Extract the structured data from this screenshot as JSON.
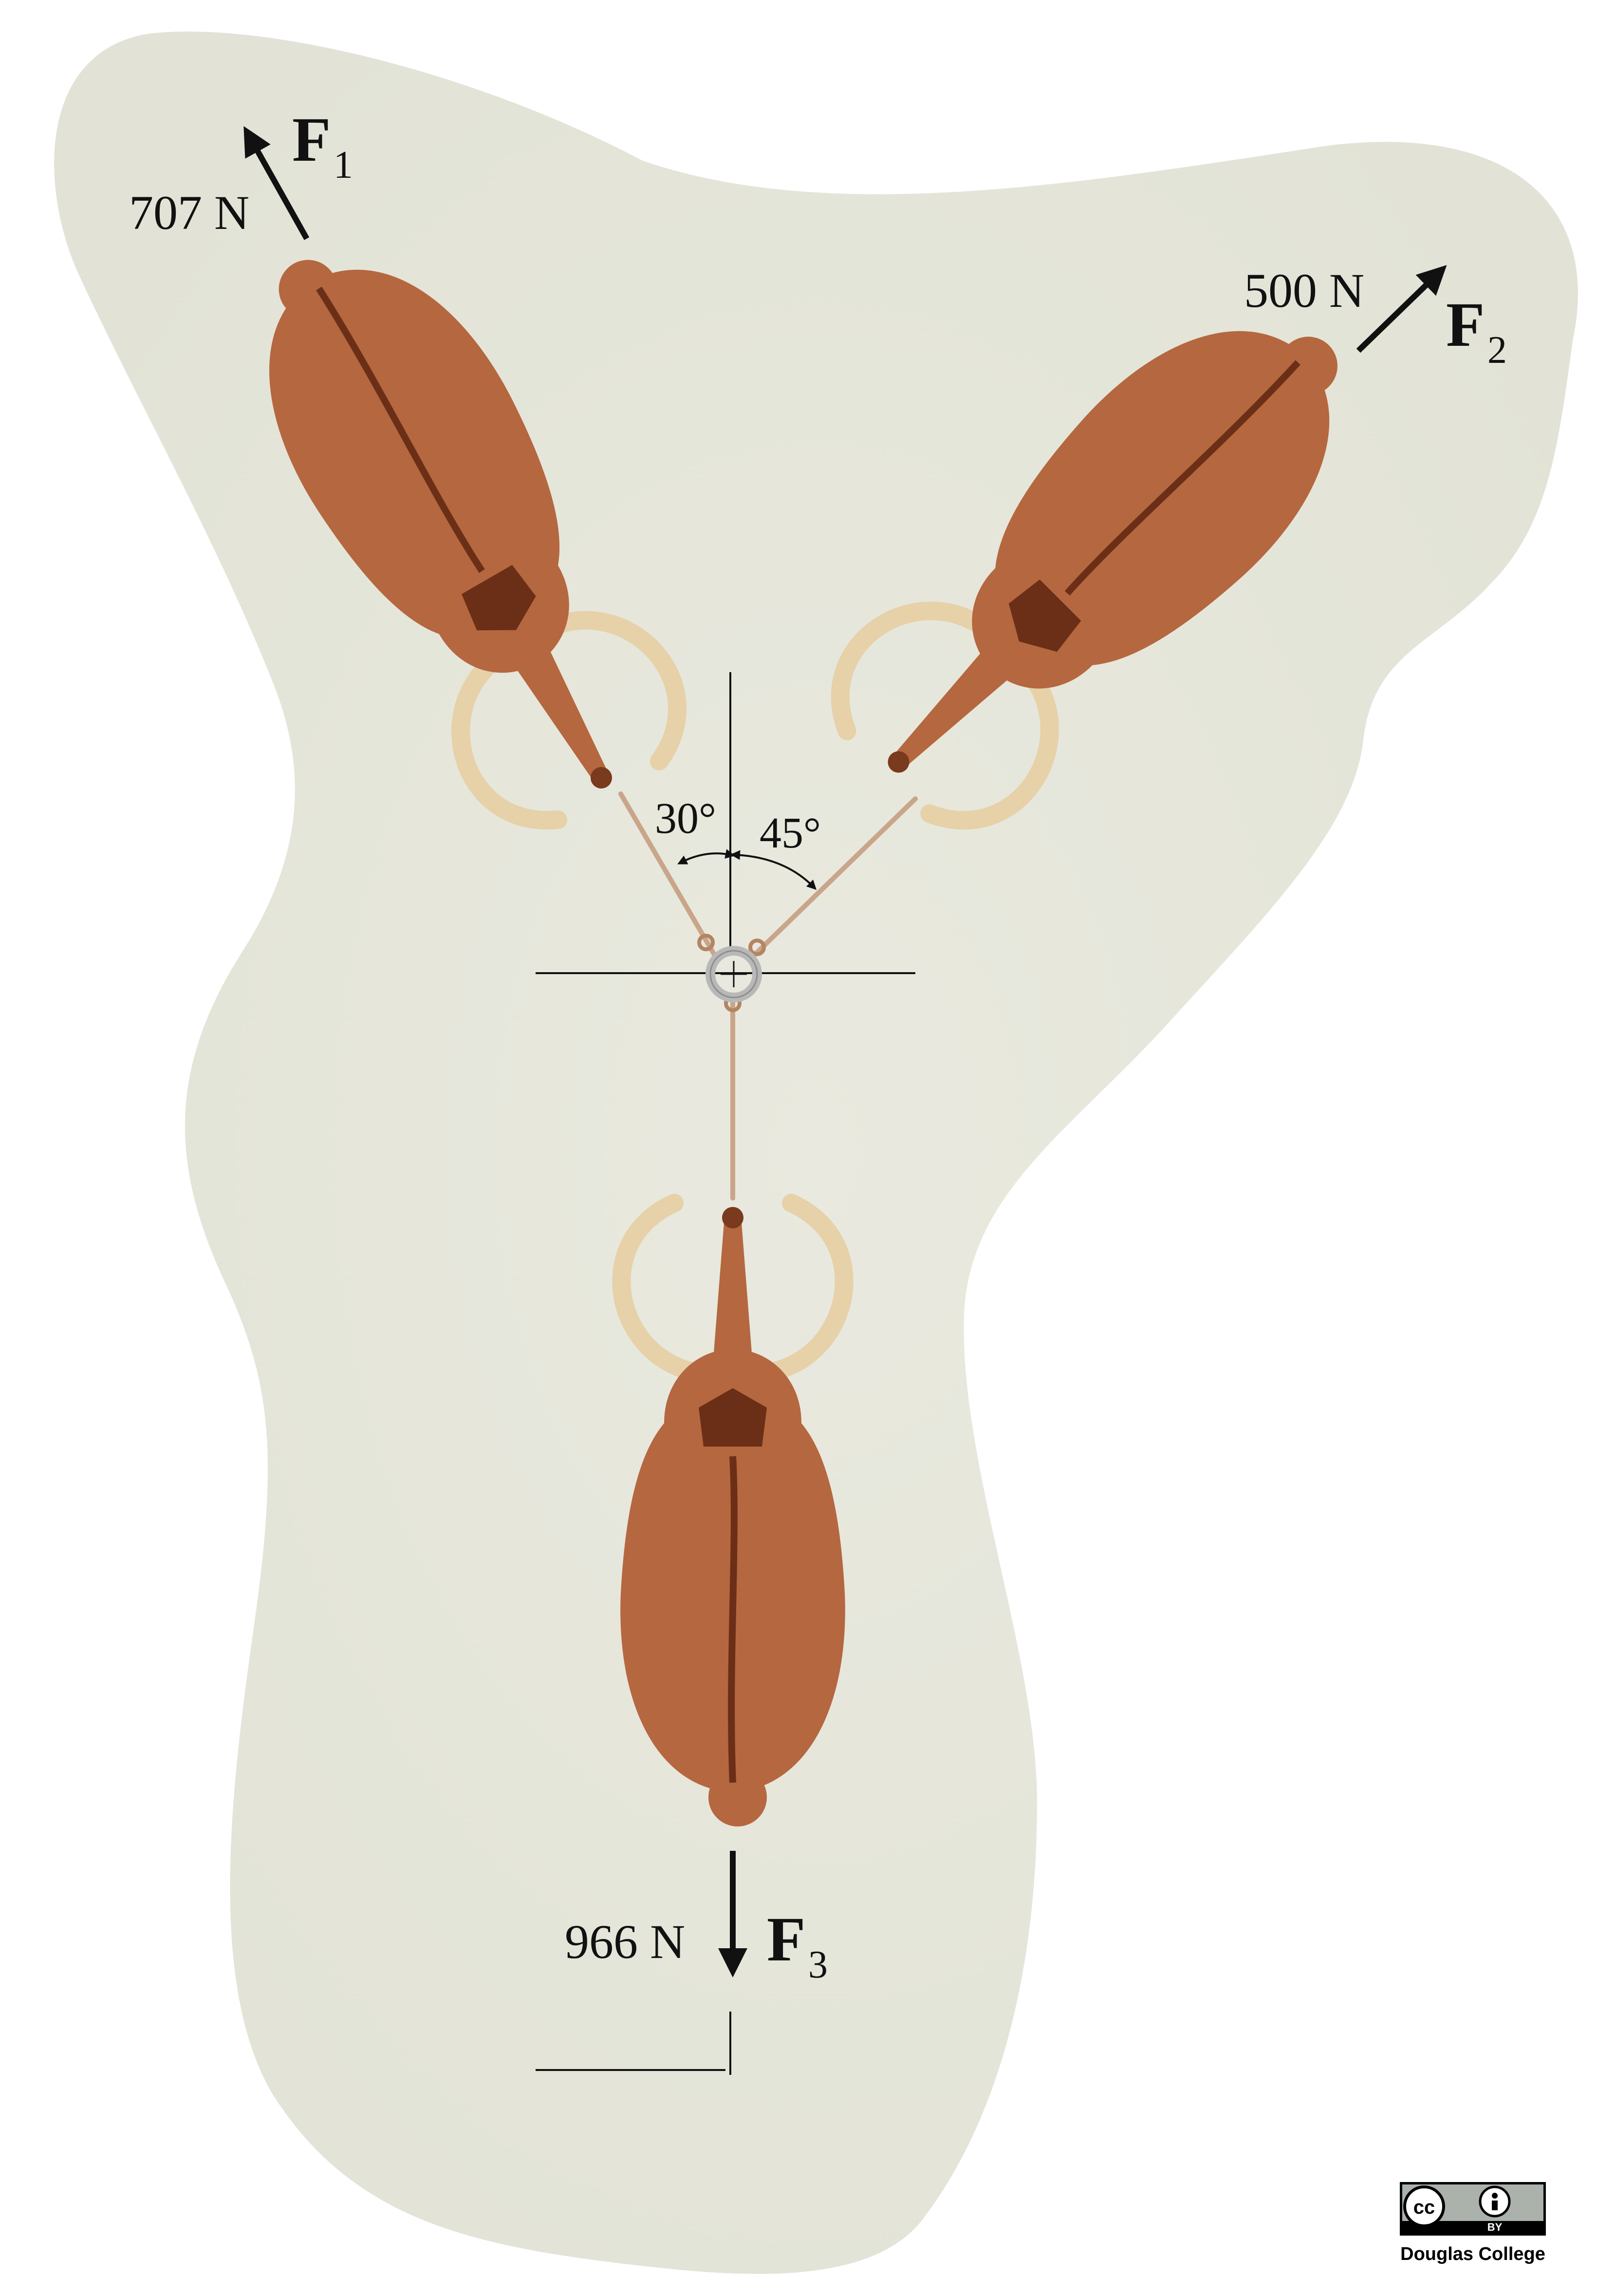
{
  "forces": {
    "f1": {
      "magnitude": "707 N",
      "symbol": "F",
      "subscript": "1"
    },
    "f2": {
      "magnitude": "500 N",
      "symbol": "F",
      "subscript": "2"
    },
    "f3": {
      "magnitude": "966 N",
      "symbol": "F",
      "subscript": "3"
    }
  },
  "angles": {
    "left": "30°",
    "right": "45°"
  },
  "license": {
    "cc": "cc",
    "by": "BY",
    "credit": "Douglas College"
  },
  "colors": {
    "background_blob": "#e8e8de",
    "mammoth_fur": "#b5673f",
    "mammoth_dark": "#6b2f17",
    "tusk": "#e6d1a9",
    "rope": "#c9a58a",
    "ring": "#b8b8b8",
    "ink": "#111111"
  }
}
